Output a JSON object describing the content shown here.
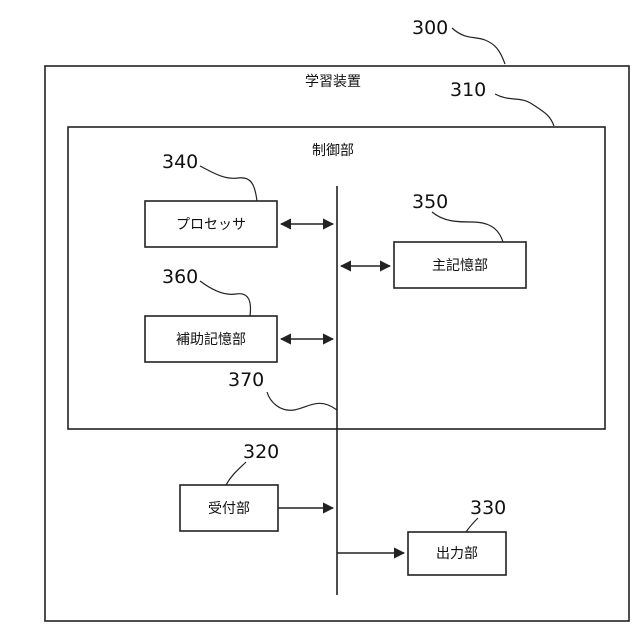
{
  "device": {
    "title": "学習装置",
    "ref": "300"
  },
  "control": {
    "title": "制御部",
    "ref": "310"
  },
  "processor": {
    "label": "プロセッサ",
    "ref": "340"
  },
  "main_memory": {
    "label": "主記憶部",
    "ref": "350"
  },
  "aux_memory": {
    "label": "補助記憶部",
    "ref": "360"
  },
  "bus": {
    "ref": "370"
  },
  "receiver": {
    "label": "受付部",
    "ref": "320"
  },
  "output": {
    "label": "出力部",
    "ref": "330"
  }
}
